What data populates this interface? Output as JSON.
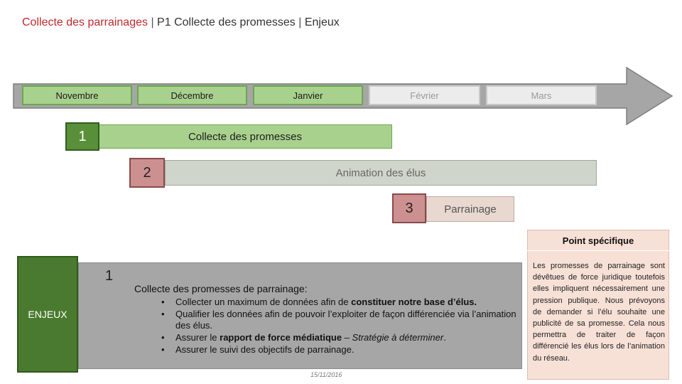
{
  "title": {
    "part1": "Collecte des parrainages",
    "sep1": " | ",
    "part2": "P1 Collecte des promesses",
    "sep2": " | ",
    "part3": "Enjeux"
  },
  "timeline": {
    "months": [
      {
        "label": "Novembre",
        "state": "active"
      },
      {
        "label": "Décembre",
        "state": "active"
      },
      {
        "label": "Janvier",
        "state": "active"
      },
      {
        "label": "Février",
        "state": "inactive"
      },
      {
        "label": "Mars",
        "state": "inactive"
      }
    ],
    "phases": [
      {
        "num": "1",
        "label": "Collecte des promesses"
      },
      {
        "num": "2",
        "label": "Animation des élus"
      },
      {
        "num": "3",
        "label": "Parrainage"
      }
    ]
  },
  "enjeux": {
    "label": "ENJEUX",
    "num": "1",
    "heading": "Collecte des promesses de parrainage:",
    "bullet": "•",
    "items": {
      "i1_pre": "Collecter un maximum de données afin de ",
      "i1_bold": "constituer notre base d’élus.",
      "i2": "Qualifier les données afin de pouvoir l’exploiter de façon différenciée via l’animation des élus.",
      "i3_pre": "Assurer le ",
      "i3_bold": "rapport de force médiatique",
      "i3_mid": " – ",
      "i3_ital": "Stratégie à déterminer",
      "i3_post": ".",
      "i4": "Assurer le suivi des objectifs de parrainage."
    },
    "date": "15/11/2016"
  },
  "point": {
    "title": "Point spécifique",
    "text": "Les promesses de parrainage sont dévêtues de force juridique toutefois elles impliquent nécessairement une pression publique. Nous prévoyons de demander si l’élu souhaite une publicité de sa promesse. Cela nous permettra de traiter de façon différencié les élus lors de l’animation du réseau."
  },
  "colors": {
    "title_accent": "#c0282d",
    "arrow": "#a6a6a6",
    "month_active": "#a9d18e",
    "month_inactive": "#ececec",
    "phase1": "#5a8f3a",
    "phase2_3": "#cd9090",
    "enjeux_green": "#4a7a2f",
    "point_bg": "#f7e0d6"
  }
}
